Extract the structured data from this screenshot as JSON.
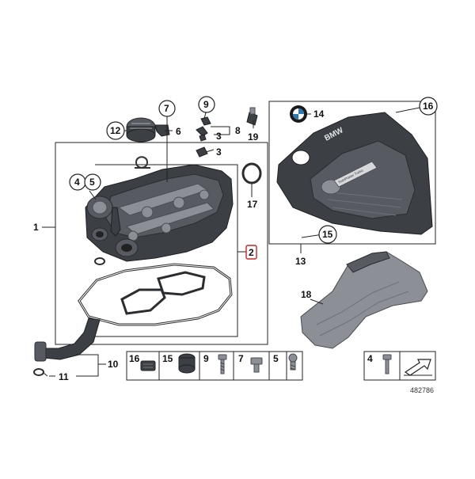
{
  "diagram": {
    "reference_number": "482786",
    "callouts": {
      "c1": "1",
      "c2": "2",
      "c3a": "3",
      "c3b": "3",
      "c4": "4",
      "c5": "5",
      "c6": "6",
      "c7": "7",
      "c8": "8",
      "c9": "9",
      "c10": "10",
      "c11": "11",
      "c12": "12",
      "c13": "13",
      "c14": "14",
      "c15": "15",
      "c16": "16",
      "c17": "17",
      "c18": "18",
      "c19": "19"
    },
    "cover_text": {
      "brand": "BMW",
      "plate": "TwinPower Turbo"
    },
    "legend_items": {
      "l16": "16",
      "l15": "15",
      "l9": "9",
      "l7": "7",
      "l5": "5",
      "l4": "4"
    }
  }
}
